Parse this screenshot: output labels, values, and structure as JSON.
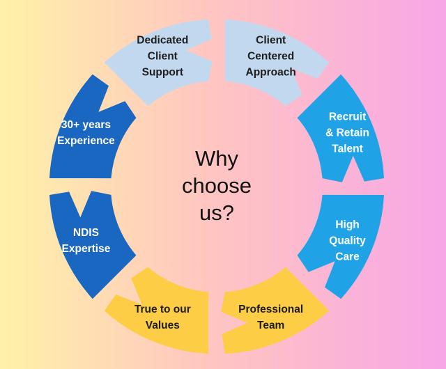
{
  "center": {
    "lines": [
      "Why",
      "choose",
      "us?"
    ]
  },
  "segments": [
    {
      "id": "dedicated-client-support",
      "lines": [
        "Dedicated",
        "Client",
        "Support"
      ],
      "color": "#c2d8ee",
      "text_color": "#1d1d1d"
    },
    {
      "id": "client-centered-approach",
      "lines": [
        "Client",
        "Centered",
        "Approach"
      ],
      "color": "#c2d8ee",
      "text_color": "#1d1d1d"
    },
    {
      "id": "recruit-retain-talent",
      "lines": [
        "Recruit",
        "& Retain",
        "Talent"
      ],
      "color": "#1fa3e6",
      "text_color": "#ffffff"
    },
    {
      "id": "high-quality-care",
      "lines": [
        "High",
        "Quality",
        "Care"
      ],
      "color": "#1fa3e6",
      "text_color": "#ffffff"
    },
    {
      "id": "professional-team",
      "lines": [
        "Professional",
        "Team"
      ],
      "color": "#fccd45",
      "text_color": "#1d1d1d"
    },
    {
      "id": "true-to-our-values",
      "lines": [
        "True to our",
        "Values"
      ],
      "color": "#fccd45",
      "text_color": "#1d1d1d"
    },
    {
      "id": "ndis-expertise",
      "lines": [
        "NDIS",
        "Expertise"
      ],
      "color": "#1967c0",
      "text_color": "#ffffff"
    },
    {
      "id": "experience",
      "lines": [
        "30+ years",
        "Experience"
      ],
      "color": "#1967c0",
      "text_color": "#ffffff"
    }
  ]
}
